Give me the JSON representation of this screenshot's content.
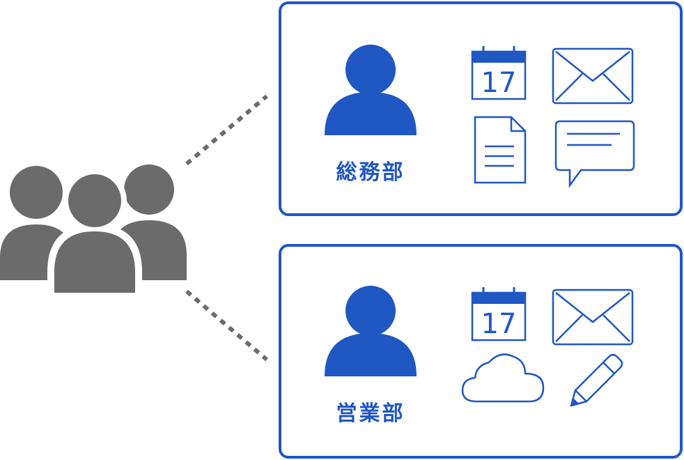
{
  "colors": {
    "accent": "#1f57c3",
    "group": "#6b6b6b",
    "connector": "#6b6b6b"
  },
  "group": {
    "icon": "group-users-icon"
  },
  "departments": [
    {
      "label": "総務部",
      "person_icon": "person-icon",
      "tools": [
        {
          "icon": "calendar-icon",
          "text": "17"
        },
        {
          "icon": "mail-icon"
        },
        {
          "icon": "document-icon"
        },
        {
          "icon": "chat-icon"
        }
      ]
    },
    {
      "label": "営業部",
      "person_icon": "person-icon",
      "tools": [
        {
          "icon": "calendar-icon",
          "text": "17"
        },
        {
          "icon": "mail-icon"
        },
        {
          "icon": "cloud-icon"
        },
        {
          "icon": "pencil-icon"
        }
      ]
    }
  ]
}
